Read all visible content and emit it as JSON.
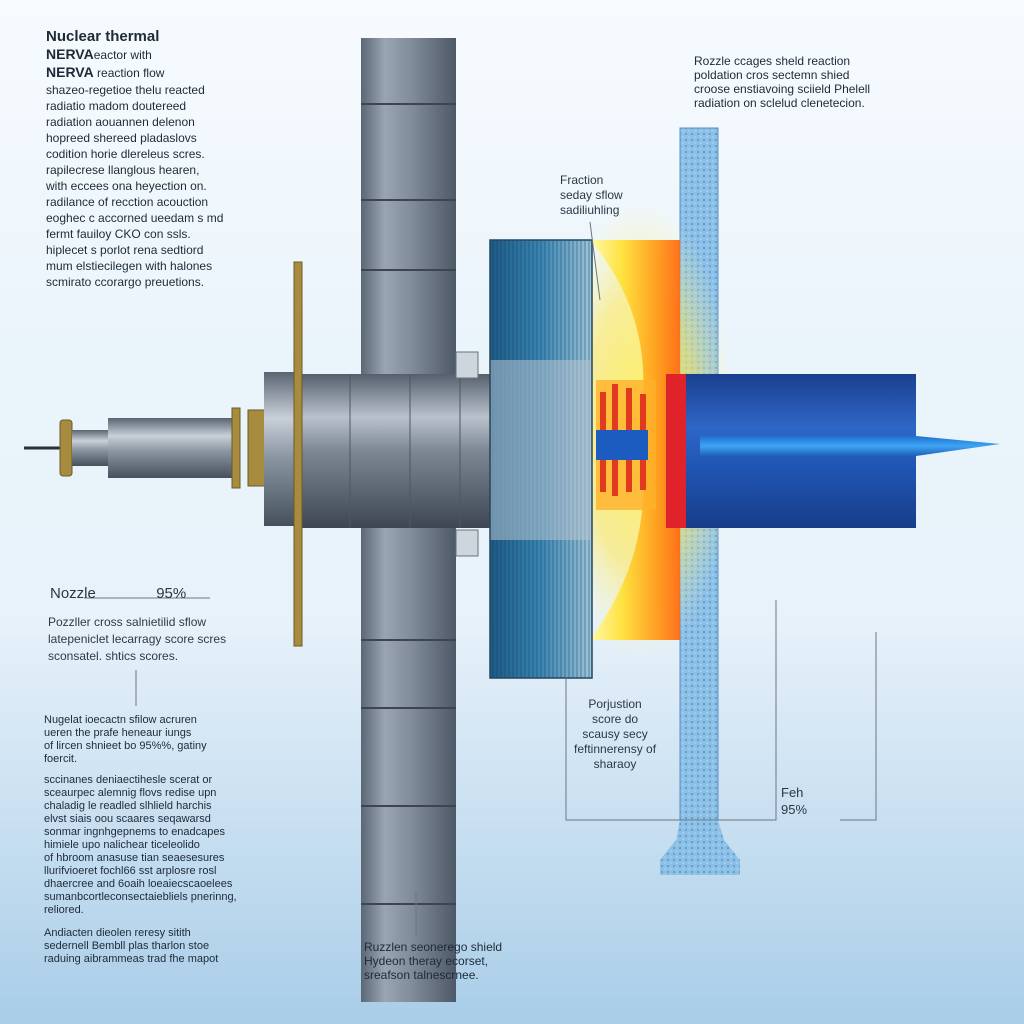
{
  "title_block": {
    "line1": "Nuclear thermal",
    "line2_bold": "NERVA",
    "line2_rest": "eactor with",
    "line3_bold": "NERVA",
    "line3_rest": " reaction flow",
    "lines": [
      "shazeo-regetioe thelu reacted",
      "radiatio madom doutereed",
      "radiation aouannen delenon",
      "hopreed shereed pladaslovs",
      "codition horie dlereleus scres.",
      "rapilecrese llanglous hearen,",
      "with eccees ona heyection on.",
      "radilance of recction acouction",
      "eoghec c accorned ueedam s md",
      "fermt fauiloy CKO con ssls.",
      "hiplecet s porlot rena sedtiord",
      "mum elstiecilegen with halones",
      "scmirato ccorargo preuetions."
    ]
  },
  "top_right": [
    "Rozzle ccages sheld reaction",
    "poldation cros sectemn shied",
    "croose enstiavoing sciield Phelell",
    "radiation on sclelud clenetecion."
  ],
  "nozzle_label": "Nozzle",
  "nozzle_value": "95%",
  "nozzle_desc": [
    "Pozzller cross salnietilid sflow",
    "latepeniclet lecarragy score scres",
    "sconsatel. shtics scores."
  ],
  "lower_left": [
    "Nugelat ioecactn sfilow acruren",
    "ueren the prafe heneaur iungs",
    "of lircen shnieet bo 95%%, gatiny",
    "foercit.",
    "sccinanes deniaectihesle scerat or",
    "sceaurpec alemnig flovs redise upn",
    "chaladig le readled slhlield harchis",
    "elvst siais oou scaares seqawarsd",
    "sonmar ingnhgepnems to enadcapes",
    "himiele upo nalichear ticeleolido",
    "of hbroom anasuse tian seaesesures",
    "llurifvioeret fochl66 sst arplosre rosl",
    "dhaercree and 6oaih loeaiecscaoelees",
    "sumanbcortleconsectaiebliels pnerinng,",
    "reliored."
  ],
  "bottom_left": [
    "Andiacten dieolen reresy sitith",
    "sedernell Bembll plas tharlon stoe",
    "raduing aibrammeas trad fhe mapot"
  ],
  "fraction_label": [
    "Fraction",
    "seday sflow",
    "sadiliuhling"
  ],
  "portion_label": [
    "Porjustion",
    "score do",
    "scausy secy",
    "feftinnerensy of",
    "sharaoy"
  ],
  "feh_label": [
    "Feh",
    "95%"
  ],
  "bottom_center": [
    "Ruzzlen seonerego shield",
    "Hydeon theray ecorset,",
    "sreafson talnescrnee."
  ],
  "colors": {
    "steel": "#7d8896",
    "steel_dark": "#4a5564",
    "brass": "#a78b3f",
    "heat_yellow": "#ffe23a",
    "heat_orange": "#ff7a10",
    "heat_red": "#e23a1e",
    "shield_blue": "#7fb6e2",
    "nozzle_blue": "#1f56b4",
    "plume_blue": "#2a8be0",
    "turbine_blue": "#2a6f9a"
  }
}
